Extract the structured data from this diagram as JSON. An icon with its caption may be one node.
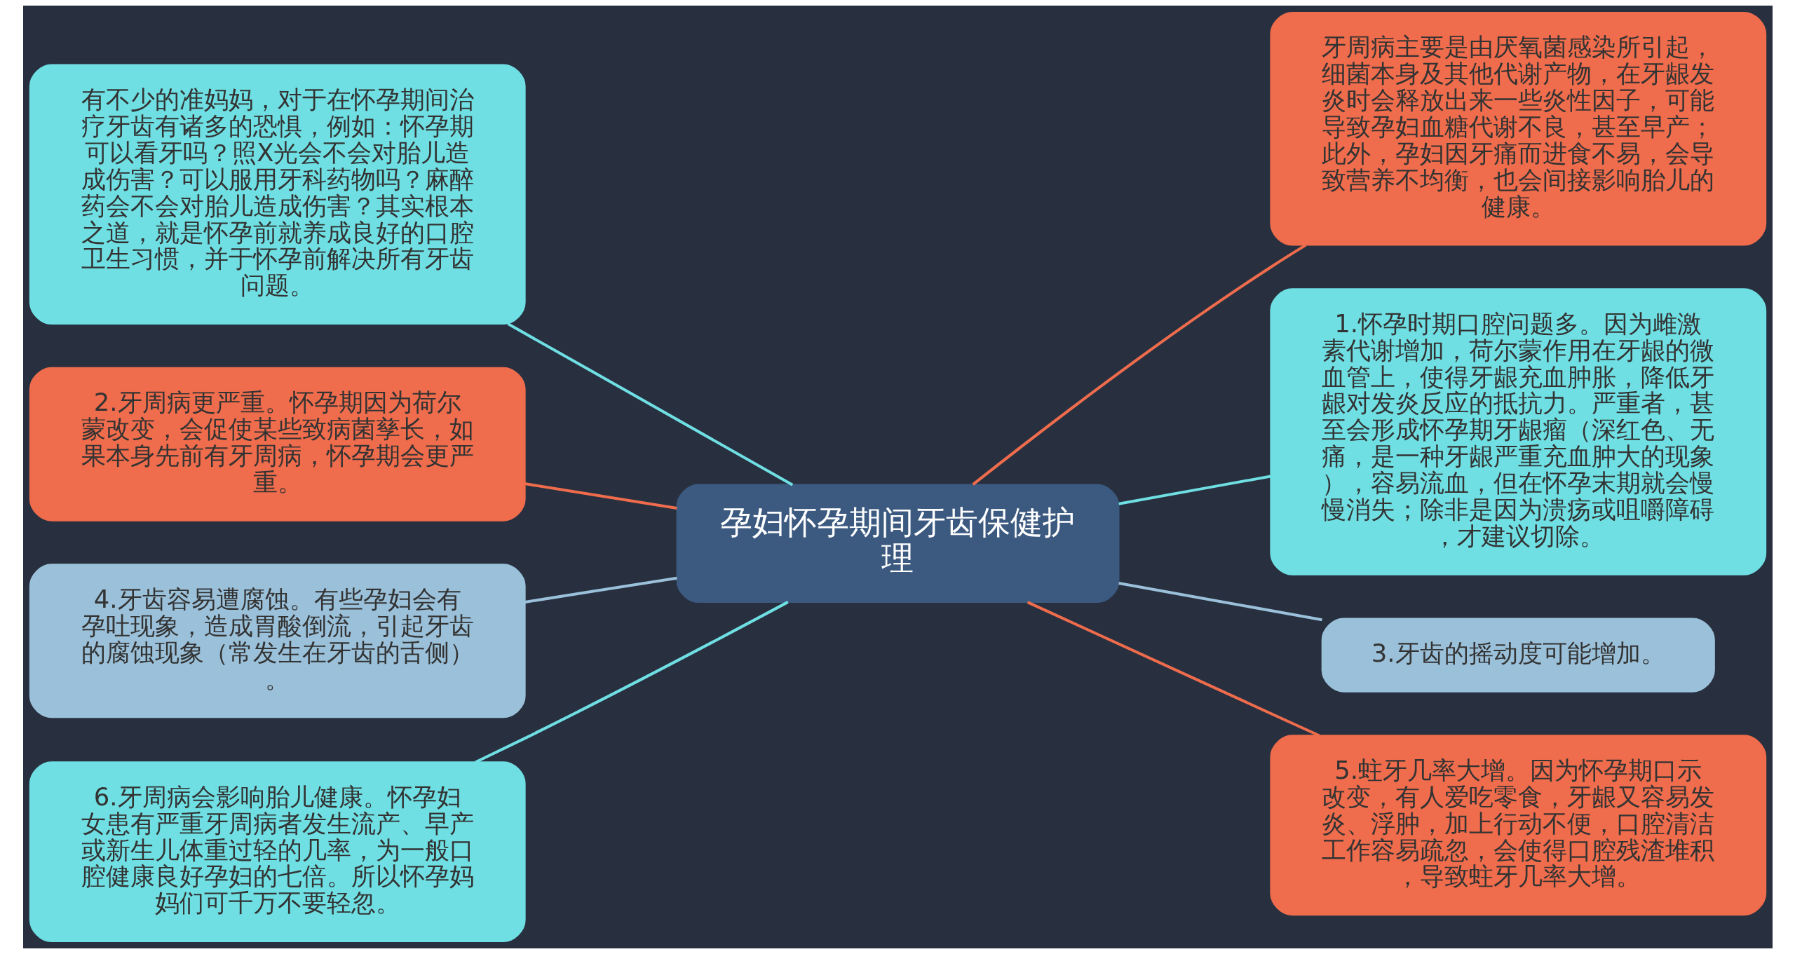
{
  "diagram": {
    "nodes": [
      {
        "text": [
          "孕妇怀孕期间牙齿保健护理"
        ]
      },
      {
        "text": [
          "有不少的准妈妈，对于在怀孕期间治疗牙齿有诸多的恐惧，例如：怀孕期可以看牙吗？照X光会不会对胎儿造成伤害？可以服用牙科药物吗？麻醉药会不会对胎儿造成伤害？其实根本之道，就是怀孕前就养成良好的口腔卫生习惯，并于怀孕前解决所有牙齿问题。"
        ]
      },
      {
        "text": [
          "2.牙周病更严重。怀孕期因为荷尔蒙改变，会促使某些致病菌孳长，如果本身先前有牙周病，怀孕期会更严重。"
        ]
      },
      {
        "text": [
          "4.牙齿容易遭腐蚀。有些孕妇会有孕吐现象，造成胃酸倒流，引起牙齿的腐蚀现象（常发生在牙齿的舌侧）。"
        ]
      },
      {
        "text": [
          "6.牙周病会影响胎儿健康。怀孕妇女患有严重牙周病者发生流产、早产或新生儿体重过轻的几率，为一般口腔健康良好孕妇的七倍。所以怀孕妈妈们可千万不要轻忽。"
        ]
      },
      {
        "text": [
          "牙周病主要是由厌氧菌感染所引起，细菌本身及其他代谢产物，在牙龈发炎时会释放出来一些炎性因子，可能导致孕妇血糖代谢不良，甚至早产；此外，孕妇因牙痛而进食不易，会导致营养不均衡，也会间接影响胎儿的健康。"
        ]
      },
      {
        "text": [
          "1.怀孕时期口腔问题多。因为雌激素代谢增加，荷尔蒙作用在牙龈的微血管上，使得牙龈充血肿胀，降低牙龈对发炎反应的抵抗力。严重者，甚至会形成怀孕期牙龈瘤（深红色、无痛，是一种牙龈严重充血肿大的现象），容易流血，但在怀孕末期就会慢慢消失；除非是因为溃疡或咀嚼障碍，才建议切除。"
        ]
      },
      {
        "text": [
          "3.牙齿的摇动度可能增加。"
        ]
      },
      {
        "text": [
          "5.蛀牙几率大增。因为怀孕期口示改变，有人爱吃零食，牙龈又容易发炎、浮肿，加上行动不便，口腔清洁工作容易疏忽，会使得口腔残渣堆积，导致蛀牙几率大增。"
        ]
      }
    ],
    "edges": [
      {
        "from": 0,
        "to": 1,
        "arrow": "none",
        "color": "#6fdfe3"
      },
      {
        "from": 0,
        "to": 2,
        "arrow": "none",
        "color": "#ef6c4c"
      },
      {
        "from": 0,
        "to": 3,
        "arrow": "none",
        "color": "#9bc1da"
      },
      {
        "from": 0,
        "to": 4,
        "arrow": "none",
        "color": "#6fdfe3"
      },
      {
        "from": 0,
        "to": 5,
        "arrow": "none",
        "color": "#ef6c4c"
      },
      {
        "from": 0,
        "to": 6,
        "arrow": "none",
        "color": "#6fdfe3"
      },
      {
        "from": 0,
        "to": 7,
        "arrow": "none",
        "color": "#9bc1da"
      },
      {
        "from": 0,
        "to": 8,
        "arrow": "none",
        "color": "#ef6c4c"
      }
    ]
  }
}
